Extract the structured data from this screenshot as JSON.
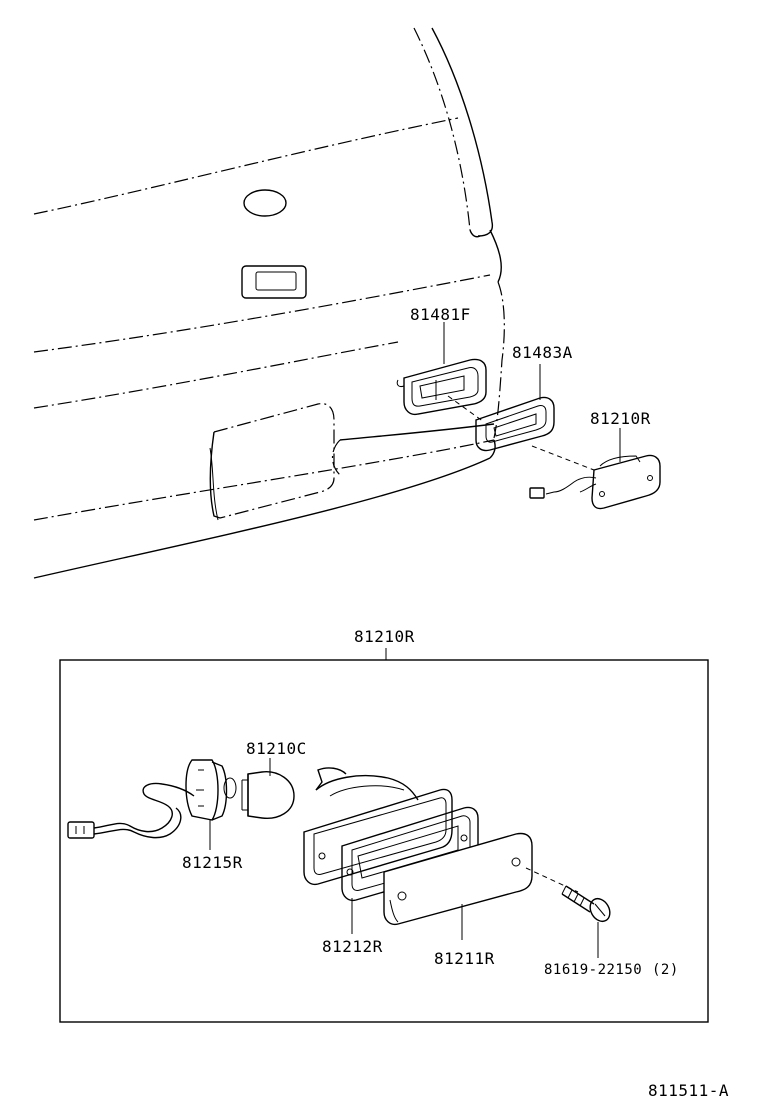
{
  "labels": {
    "license_lamp_housing": "81481F",
    "license_lamp_gasket": "81483A",
    "lamp_assy_top": "81210R",
    "lamp_assy_box": "81210R",
    "bulb": "81210C",
    "socket": "81215R",
    "gasket": "81212R",
    "lens": "81211R",
    "screw": "81619-22150",
    "screw_qty": "(2)",
    "figure_code": "811511-A"
  }
}
